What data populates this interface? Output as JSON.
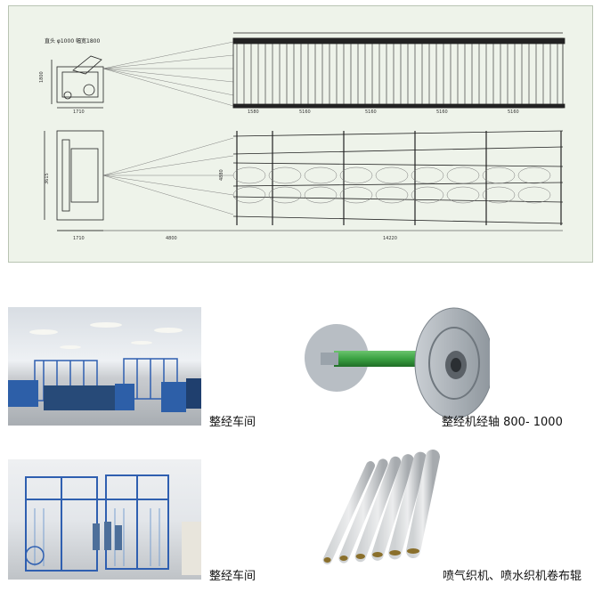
{
  "drawing": {
    "side_label": "直头 φ1000  幅宽1800",
    "dim_side_width": "1710",
    "dim_side_height": "1800",
    "dim_top_width": "1710",
    "dim_gap": "4800",
    "dim_creel_total": "14220",
    "dim_creel_sections": [
      "1580",
      "5160",
      "5160",
      "5160",
      "5160"
    ],
    "dim_creel_height": "4880",
    "dim_top_height": "3615"
  },
  "photos": [
    {
      "caption": "整经车间"
    },
    {
      "caption": "整经机经轴 800- 1000"
    },
    {
      "caption": "整经车间"
    },
    {
      "caption": "喷气织机、喷水织机卷布辊"
    }
  ],
  "colors": {
    "drawing_bg": "#eef3ea",
    "frame_blue": "#2f5fb0",
    "shaft_green": "#3aa142",
    "flange_gray": "#9aa3ab"
  }
}
